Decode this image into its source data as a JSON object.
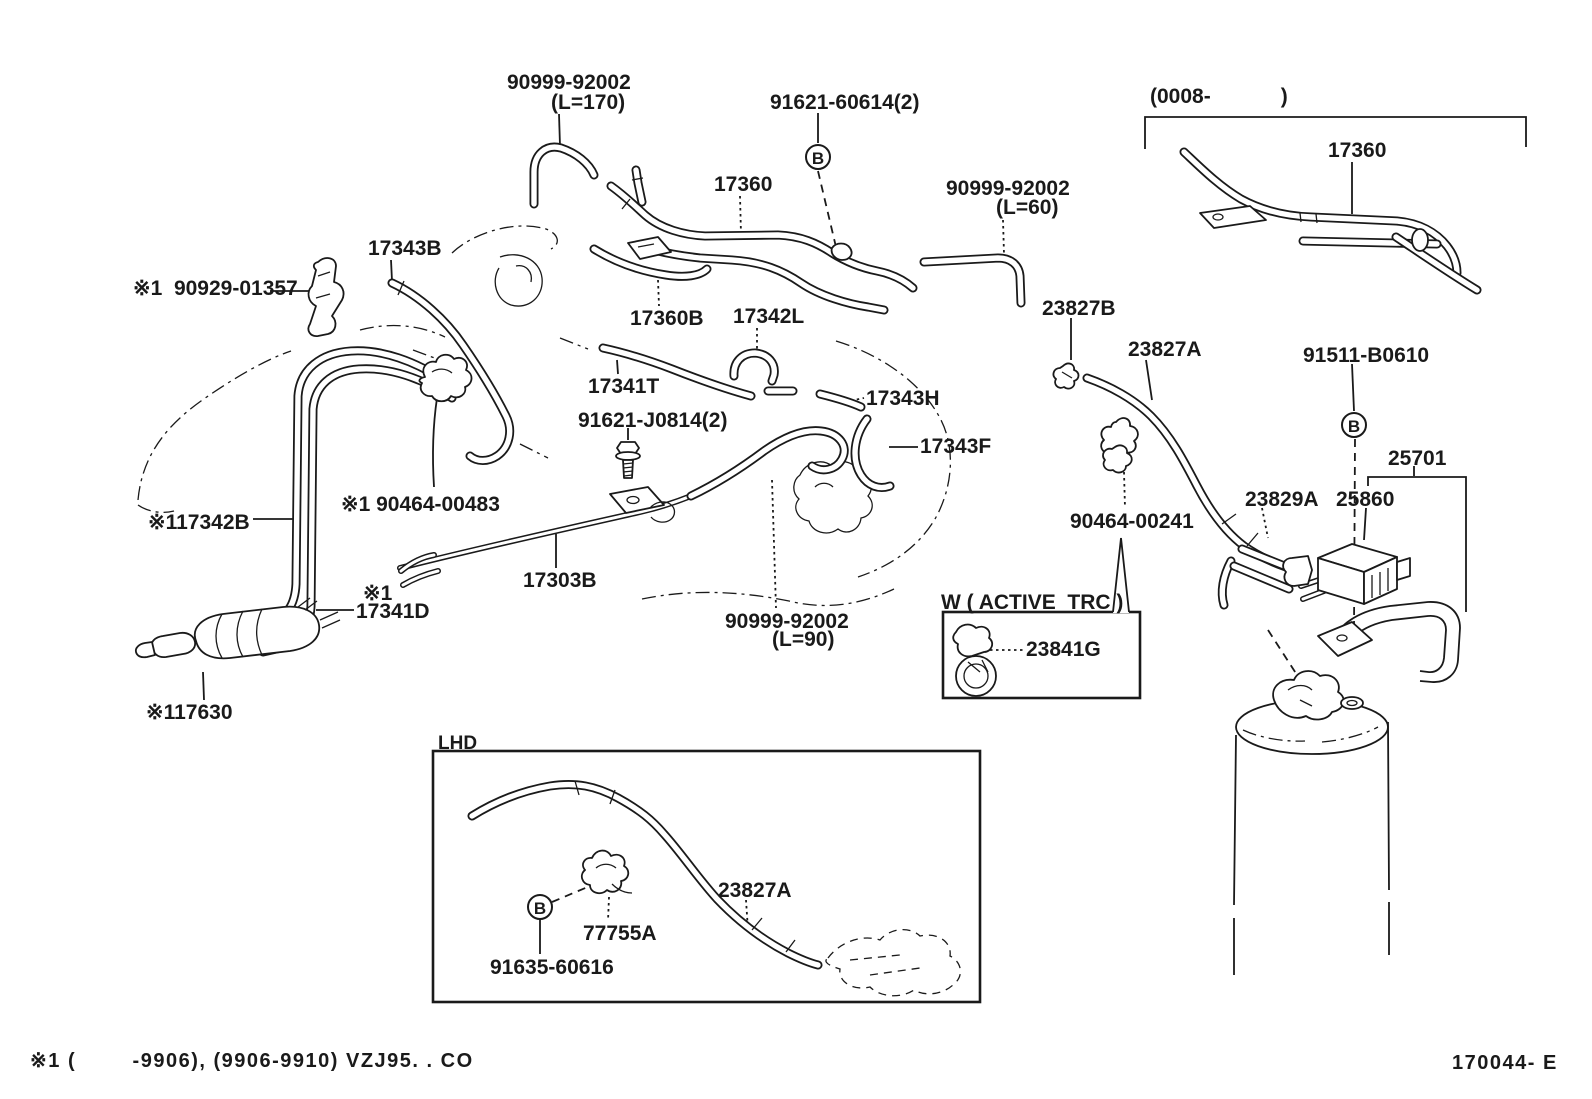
{
  "diagram": {
    "footnote": "※1 (        -9906), (9906-9910) VZJ95. . CO",
    "drawing_number": "170044- E",
    "callout_b": "B",
    "inset_header": "(0008-            )",
    "lhd_box_title": "LHD",
    "active_trc_box_title": "W ( ACTIVE  TRC )"
  },
  "parts": {
    "hose_l170": {
      "number": "90999-92002",
      "length": "(L=170)"
    },
    "hose_l60": {
      "number": "90999-92002",
      "length": "(L=60)"
    },
    "hose_l90": {
      "number": "90999-92002",
      "length": "(L=90)"
    },
    "clip_91621_60614": "91621-60614(2)",
    "pipe_17360": "17360",
    "pipe_17360_inset": "17360",
    "hose_17343b": "17343B",
    "clamp_90929_01357": "※1  90929-01357",
    "hose_17360b": "17360B",
    "hose_17342l": "17342L",
    "clamp_23827b": "23827B",
    "hose_23827a": "23827A",
    "bolt_91511_b0610": "91511-B0610",
    "bracket_25701": "25701",
    "hose_17341t": "17341T",
    "connector_17343h": "17343H",
    "bolt_91621_j0814": "91621-J0814(2)",
    "hose_17343f": "17343F",
    "valve_25860": "25860",
    "hose_23829a": "23829A",
    "clamp_90464_00483": "※1 90464-00483",
    "clamp_90464_00241": "90464-00241",
    "hose_17342b": "※117342B",
    "pipe_17303b": "17303B",
    "hose_17341d_ref": "※1",
    "hose_17341d": "17341D",
    "clamp_23841g": "23841G",
    "valve_17630": "※117630",
    "hose_23827a_lhd": "23827A",
    "clamp_77755a": "77755A",
    "bolt_91635_60616": "91635-60616"
  }
}
